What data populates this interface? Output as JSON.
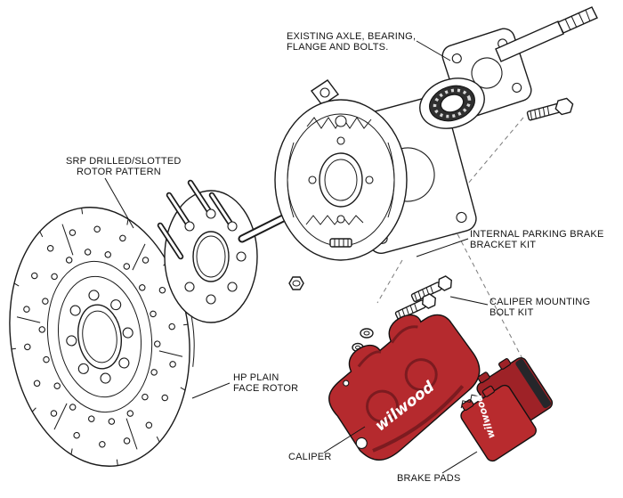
{
  "diagram": {
    "description": "Exploded view diagram of rear disc brake kit with internal parking brake",
    "background": "#ffffff",
    "line_color": "#1a1a1a",
    "accent_red": "#b52a2e",
    "brand": "wilwood",
    "labels": {
      "axle_1": "EXISTING AXLE, BEARING,",
      "axle_2": "FLANGE AND BOLTS.",
      "srp_1": "SRP DRILLED/SLOTTED",
      "srp_2": "ROTOR PATTERN",
      "parking_1": "INTERNAL PARKING BRAKE",
      "parking_2": "BRACKET KIT",
      "bolt_1": "CALIPER MOUNTING",
      "bolt_2": "BOLT KIT",
      "hp_1": "HP PLAIN",
      "hp_2": "FACE ROTOR",
      "caliper": "CALIPER",
      "pads": "BRAKE PADS"
    }
  }
}
